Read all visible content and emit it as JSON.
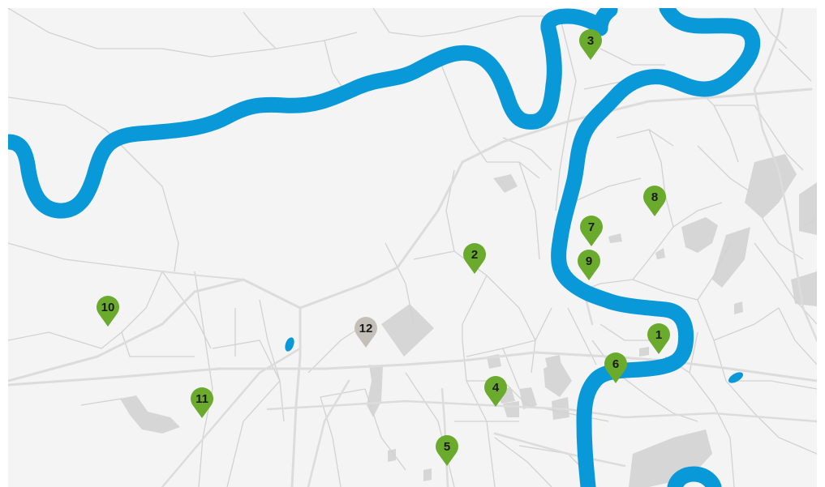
{
  "map": {
    "land_color": "#f4f4f4",
    "frame_color": "#ffffff",
    "road_major_color": "#dcdcdc",
    "road_minor_color": "#d2d2d2",
    "building_color": "#d6d6d6",
    "water_color": "#0a99d8",
    "pin_active_color": "#6aaa2c",
    "pin_inactive_color": "#c4bfb9",
    "markers": [
      {
        "id": "1",
        "label": "1",
        "state": "active"
      },
      {
        "id": "2",
        "label": "2",
        "state": "active"
      },
      {
        "id": "3",
        "label": "3",
        "state": "active"
      },
      {
        "id": "4",
        "label": "4",
        "state": "active"
      },
      {
        "id": "5",
        "label": "5",
        "state": "active"
      },
      {
        "id": "6",
        "label": "6",
        "state": "active"
      },
      {
        "id": "7",
        "label": "7",
        "state": "active"
      },
      {
        "id": "8",
        "label": "8",
        "state": "active"
      },
      {
        "id": "9",
        "label": "9",
        "state": "active"
      },
      {
        "id": "10",
        "label": "10",
        "state": "active"
      },
      {
        "id": "11",
        "label": "11",
        "state": "active"
      },
      {
        "id": "12",
        "label": "12",
        "state": "inactive"
      }
    ]
  }
}
